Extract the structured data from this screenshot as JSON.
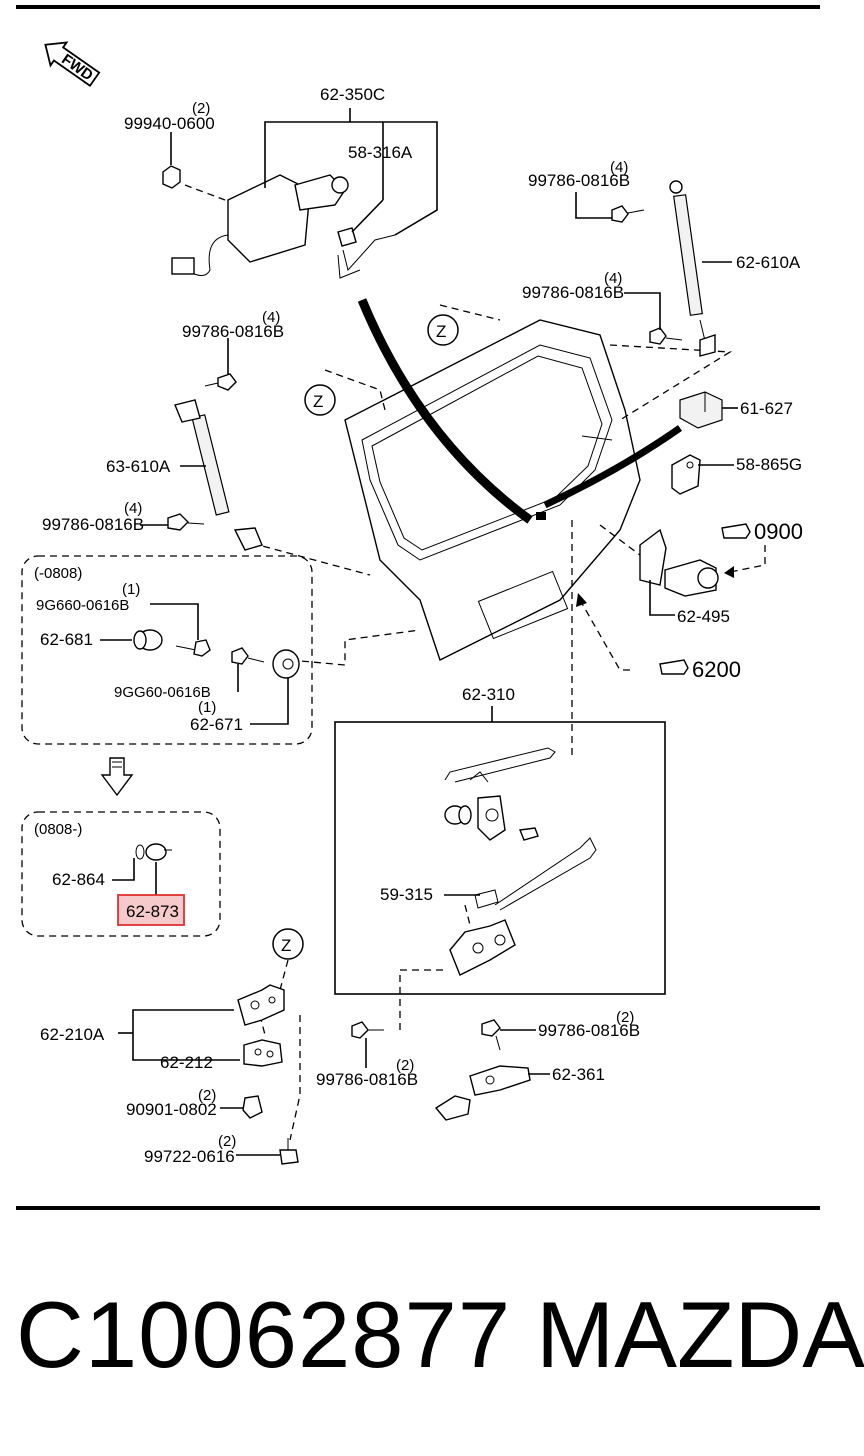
{
  "orientation_tag": "FWD",
  "callout_symbols": {
    "z": "Z"
  },
  "ref_arrows": {
    "a": "0900",
    "b": "6200"
  },
  "labels": {
    "p62_350C": "62-350C",
    "p99940_0600": "99940-0600",
    "q99940": "(2)",
    "p58_316A": "58-316A",
    "p99786_tr": "99786-0816B",
    "q99786_tr": "(4)",
    "p62_610A": "62-610A",
    "p99786_mr": "99786-0816B",
    "q99786_mr": "(4)",
    "p99786_ml": "99786-0816B",
    "q99786_ml": "(4)",
    "p61_627": "61-627",
    "p58_865G": "58-865G",
    "p63_610A": "63-610A",
    "p99786_ll": "99786-0816B",
    "q99786_ll": "(4)",
    "p62_495": "62-495",
    "p62_310": "62-310",
    "p59_315": "59-315",
    "p62_210A": "62-210A",
    "p62_212": "62-212",
    "p90901_0802": "90901-0802",
    "q90901": "(2)",
    "p99722_0616": "99722-0616",
    "q99722": "(2)",
    "p99786_bc": "99786-0816B",
    "q99786_bc": "(2)",
    "p99786_br": "99786-0816B",
    "q99786_br": "(2)",
    "p62_361": "62-361"
  },
  "box_pre": {
    "range": "(-0808)",
    "p9G660": "9G660-0616B",
    "q9G660": "(1)",
    "p62_681": "62-681",
    "p9GG60": "9GG60-0616B",
    "q9GG60": "(1)",
    "p62_671": "62-671"
  },
  "box_post": {
    "range": "(0808-)",
    "p62_864": "62-864",
    "p62_873": "62-873"
  },
  "highlight_color": "#e03030",
  "footer": {
    "part_code": "C10062877",
    "brand": "MAZDA"
  }
}
